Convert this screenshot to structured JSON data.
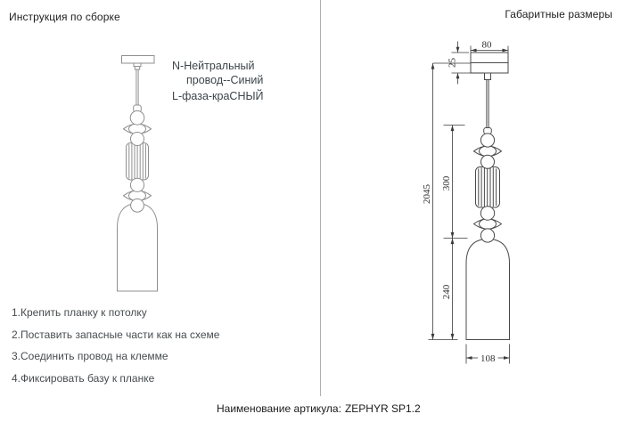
{
  "header": {
    "left_title": "Инструкция по сборке",
    "right_title": "Габаритные размеры"
  },
  "assembly_diagram": {
    "wiring_label_line1": "N-Нейтральный",
    "wiring_label_line2": "провод--Синий",
    "wiring_label_line3": "L-фаза-краСНЫЙ",
    "instructions": [
      "1.Крепить планку к потолку",
      "2.Поставить запасные части как на схеме",
      "3.Соединить провод на клемме",
      "4.Фиксировать базу к планке"
    ]
  },
  "dimensions_diagram": {
    "plate_width_mm": "80",
    "plate_height_mm": "25",
    "total_height_mm": "2045",
    "decor_stack_height_mm": "300",
    "shade_height_mm": "240",
    "shade_width_mm": "108"
  },
  "footer": {
    "article_label": "Наименование артикула:",
    "article_value": "ZEPHYR SP1.2"
  },
  "colors": {
    "left_drawing_stroke": "#8f8f8f",
    "right_drawing_stroke": "#4a4a4a",
    "dimension_stroke": "#3a3a3a",
    "divider_line": "#b0b0b0",
    "text_primary": "#1f1f1f",
    "text_secondary": "#474c4f",
    "wire_label_text": "#3c454a"
  }
}
